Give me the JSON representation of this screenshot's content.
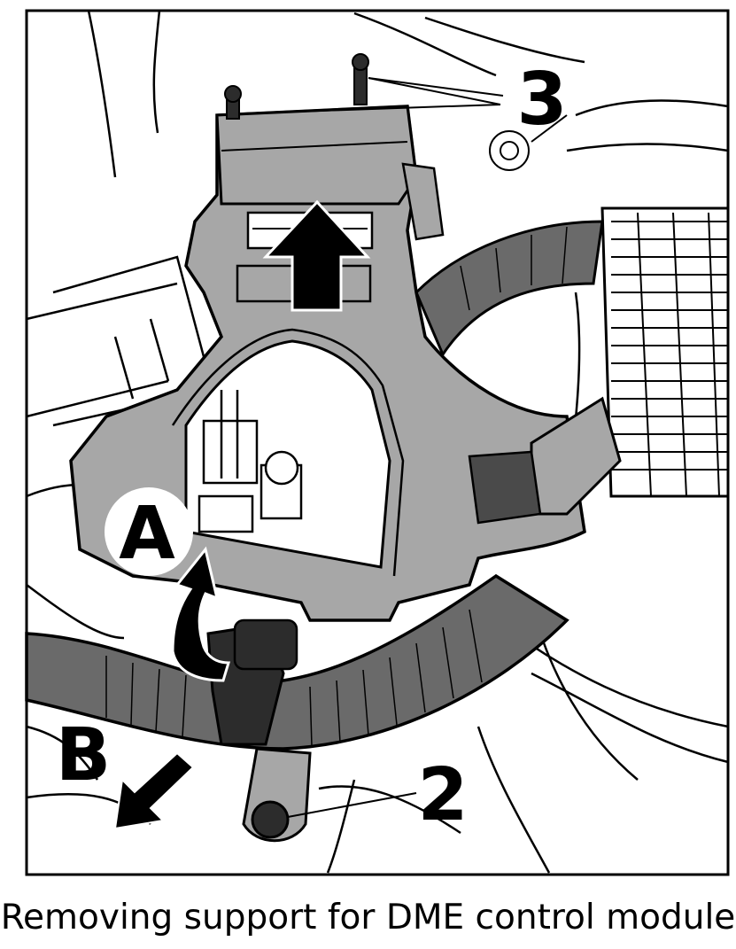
{
  "figure": {
    "callouts": {
      "label_3": "3",
      "label_a": "A",
      "label_b": "B",
      "label_2": "2"
    },
    "colors": {
      "bracket": "#a7a7a7",
      "hose": "#6a6a6a",
      "dark": "#2c2c2c",
      "line": "#000000"
    }
  },
  "caption": {
    "text": "Removing support for DME control module"
  }
}
